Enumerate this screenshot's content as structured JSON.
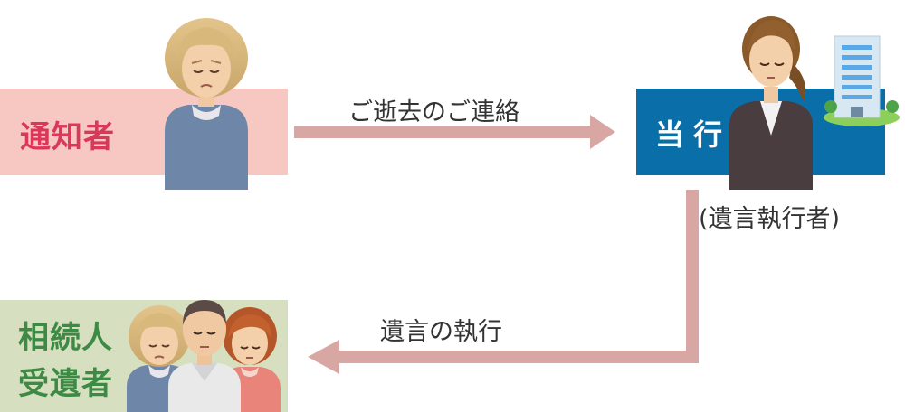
{
  "colors": {
    "notifier_bg": "#f7c7c2",
    "notifier_text": "#d9385a",
    "bank_bg": "#0a6fa8",
    "heirs_bg": "#d6e0c0",
    "heirs_text": "#3d8a45",
    "arrow": "#d8a7a3"
  },
  "nodes": {
    "notifier": {
      "label": "通知者",
      "icon": "elderly-woman-icon"
    },
    "bank": {
      "label": "当行",
      "role": "(遺言執行者)",
      "icon": "businesswoman-icon",
      "building_icon": "office-building-icon"
    },
    "heirs": {
      "label_line1": "相続人",
      "label_line2": "受遺者",
      "icons": [
        "elderly-woman-icon",
        "man-icon",
        "woman-icon"
      ]
    }
  },
  "edges": {
    "notify": {
      "label": "ご逝去のご連絡"
    },
    "execute": {
      "label": "遺言の執行"
    }
  }
}
